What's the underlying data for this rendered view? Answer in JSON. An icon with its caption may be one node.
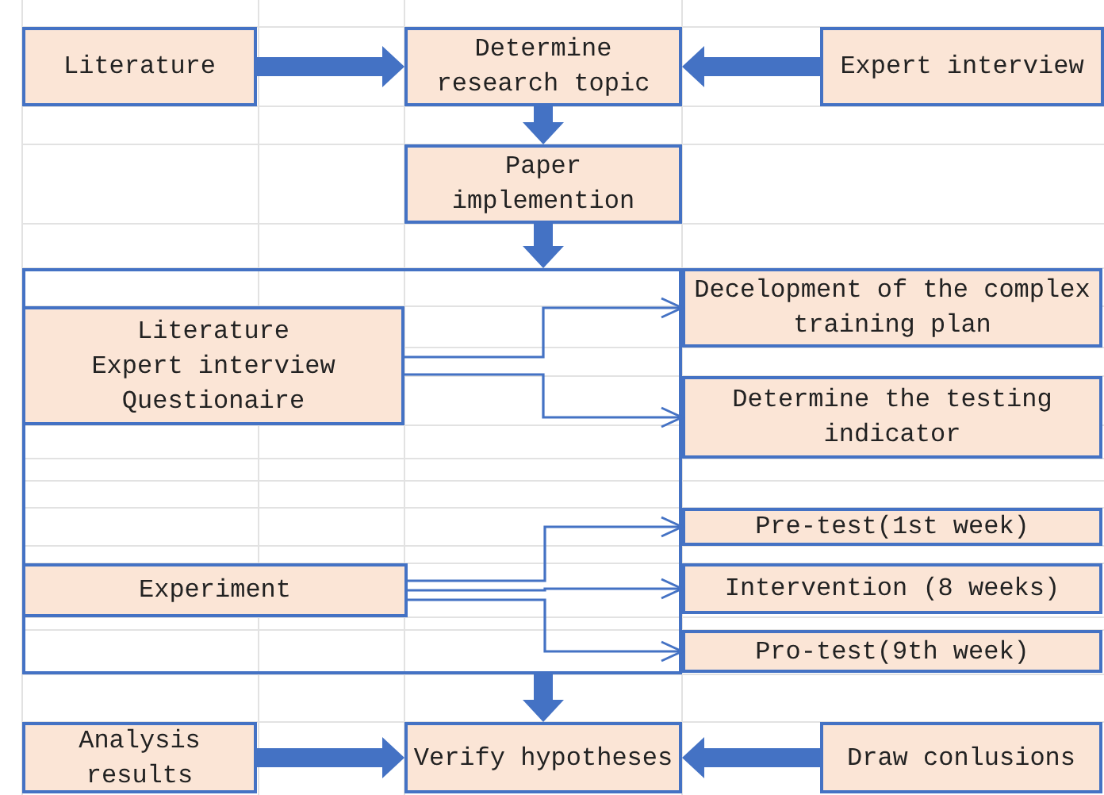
{
  "diagram": {
    "nodes": [
      {
        "text": [
          "Literature"
        ]
      },
      {
        "text": [
          "Determine research topic"
        ]
      },
      {
        "text": [
          "Expert interview"
        ]
      },
      {
        "text": [
          "Paper implemention"
        ]
      },
      {
        "text": [],
        "shape": "box"
      },
      {
        "text": [
          "Literature",
          "Expert interview",
          "Questionaire"
        ],
        "in": 4
      },
      {
        "text": [
          "Decelopment of the complex training plan"
        ]
      },
      {
        "text": [
          "Determine the testing indicator"
        ]
      },
      {
        "text": [
          "Experiment"
        ],
        "in": 4
      },
      {
        "text": [
          "Pre-test(1st week)"
        ]
      },
      {
        "text": [
          "Intervention (8 weeks)"
        ]
      },
      {
        "text": [
          "Pro-test(9th week)"
        ]
      },
      {
        "text": [
          "Analysis results"
        ]
      },
      {
        "text": [
          "Verify hypotheses"
        ]
      },
      {
        "text": [
          "Draw conlusions"
        ]
      }
    ],
    "edges": [
      {
        "from": 0,
        "to": 1,
        "arrow": "to"
      },
      {
        "from": 2,
        "to": 1,
        "arrow": "to"
      },
      {
        "from": 1,
        "to": 3,
        "arrow": "to"
      },
      {
        "from": 3,
        "to": 4,
        "arrow": "to"
      },
      {
        "from": 5,
        "to": 6,
        "arrow": "to"
      },
      {
        "from": 5,
        "to": 7,
        "arrow": "to"
      },
      {
        "from": 8,
        "to": 9,
        "arrow": "to"
      },
      {
        "from": 8,
        "to": 10,
        "arrow": "to"
      },
      {
        "from": 8,
        "to": 11,
        "arrow": "to"
      },
      {
        "from": 4,
        "to": 13,
        "arrow": "to"
      },
      {
        "from": 12,
        "to": 13,
        "arrow": "to"
      },
      {
        "from": 14,
        "to": 13,
        "arrow": "to"
      }
    ]
  }
}
